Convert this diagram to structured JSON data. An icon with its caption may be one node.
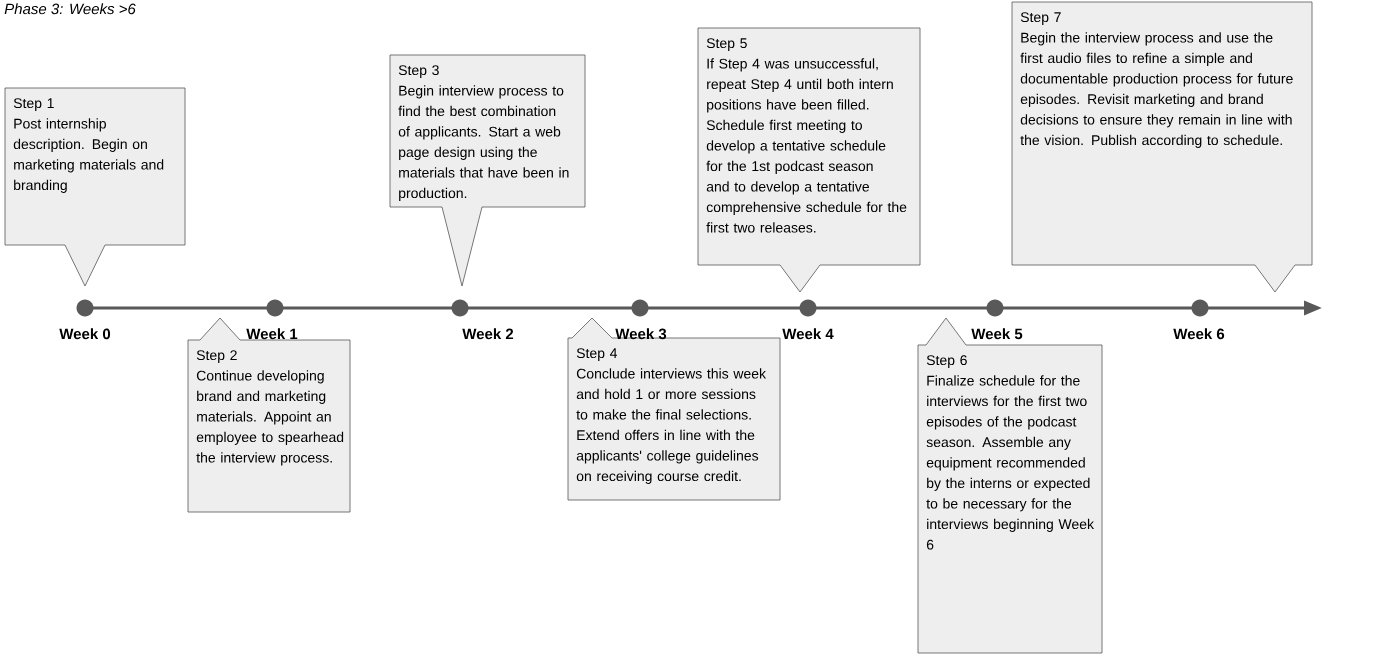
{
  "diagram": {
    "title": "Phase 3: Weeks >6",
    "nodes": [
      {
        "text": [
          "Step 1",
          "Post internship description. Begin on marketing materials and branding"
        ]
      },
      {
        "text": [
          "Step 3",
          "Begin interview process to find the best combination of applicants. Start a web page design using the materials that have been in production."
        ]
      },
      {
        "text": [
          "Step 5",
          "If Step 4 was unsuccessful, repeat Step 4 until both intern positions have been filled. Schedule first meeting to develop a tentative schedule for the 1st podcast season and to develop a tentative comprehensive schedule for the first two releases."
        ]
      },
      {
        "text": [
          "Step 7",
          "Begin the interview process and use the first audio files to refine a simple and documentable production process for future episodes. Revisit marketing and brand decisions to ensure they remain in line with the vision. Publish according to schedule."
        ]
      },
      {
        "text": [
          "Step 2",
          "Continue developing brand and marketing materials. Appoint an employee to spearhead the interview process."
        ]
      },
      {
        "text": [
          "Step 4",
          "Conclude interviews this week and hold 1 or more sessions to make the final selections. Extend offers in line with the applicants' college guidelines on receiving course credit."
        ]
      },
      {
        "text": [
          "Step 6",
          "Finalize schedule for the interviews for the first two episodes of the podcast season. Assemble any equipment recommended by the interns or expected to be necessary for the interviews beginning Week 6"
        ]
      }
    ],
    "labels": [
      "Week 0",
      "Week 1",
      "Week 2",
      "Week 3",
      "Week 4",
      "Week 5",
      "Week 6"
    ]
  }
}
